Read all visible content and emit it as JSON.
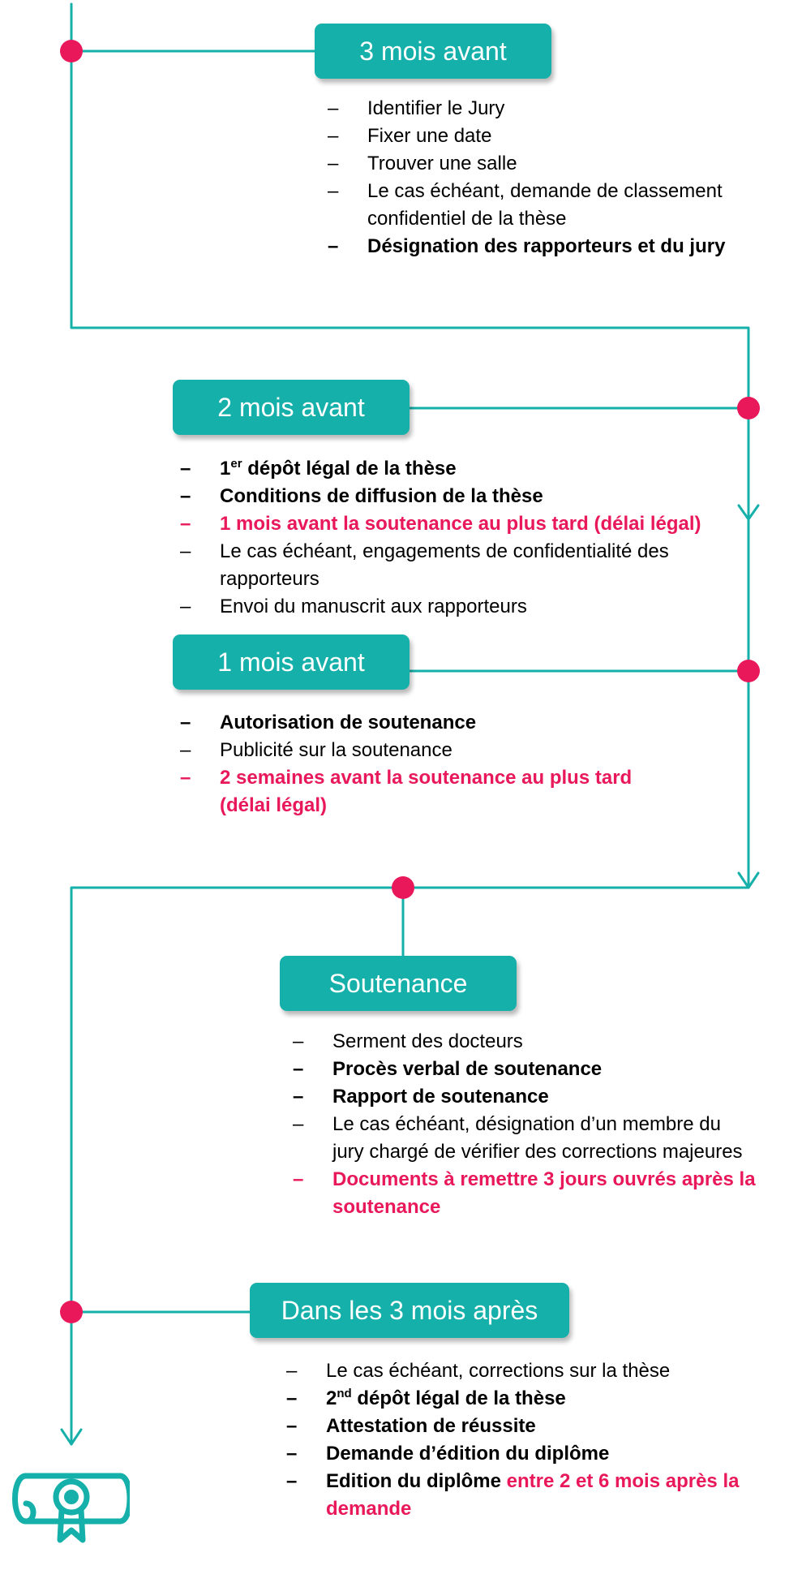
{
  "colors": {
    "teal": "#15b0a9",
    "magenta": "#e8185a",
    "text": "#000000"
  },
  "stages": [
    {
      "label": "3 mois avant",
      "items": [
        {
          "text": "Identifier le Jury",
          "style": "normal"
        },
        {
          "text": "Fixer une date",
          "style": "normal"
        },
        {
          "text": "Trouver une salle",
          "style": "normal"
        },
        {
          "text": "Le cas échéant, demande de classement",
          "cont": "confidentiel de la thèse",
          "style": "normal"
        },
        {
          "text": "Désignation des rapporteurs et du jury",
          "style": "bold"
        }
      ]
    },
    {
      "label": "2 mois avant",
      "items": [
        {
          "sup_pre": "1",
          "sup": "er",
          "text": " dépôt légal de la thèse",
          "style": "bold"
        },
        {
          "text": "Conditions de diffusion de la thèse",
          "style": "bold"
        },
        {
          "text": "1 mois avant la soutenance au plus tard (délai légal)",
          "style": "red"
        },
        {
          "text": "Le cas échéant, engagements de confidentialité des",
          "cont": "rapporteurs",
          "style": "normal"
        },
        {
          "text": "Envoi du manuscrit aux rapporteurs",
          "style": "normal"
        }
      ]
    },
    {
      "label": "1 mois avant",
      "items": [
        {
          "text": "Autorisation de soutenance",
          "style": "bold"
        },
        {
          "text": "Publicité sur la soutenance",
          "style": "normal"
        },
        {
          "text": "2 semaines avant la soutenance au plus tard",
          "cont": "(délai légal)",
          "style": "red"
        }
      ]
    },
    {
      "label": "Soutenance",
      "items": [
        {
          "text": "Serment des docteurs",
          "style": "normal"
        },
        {
          "text": "Procès verbal de soutenance",
          "style": "bold"
        },
        {
          "text": "Rapport de soutenance",
          "style": "bold"
        },
        {
          "text": "Le cas échéant, désignation d’un membre du",
          "cont": "jury chargé de vérifier des corrections majeures",
          "style": "normal"
        },
        {
          "text": "Documents à remettre 3 jours ouvrés après la",
          "cont": "soutenance",
          "style": "red"
        }
      ]
    },
    {
      "label": "Dans les 3 mois après",
      "items": [
        {
          "text": "Le cas échéant, corrections sur la thèse",
          "style": "normal"
        },
        {
          "sup_pre": "2",
          "sup": "nd",
          "text": " dépôt légal de la thèse",
          "style": "bold"
        },
        {
          "text": "Attestation de réussite",
          "style": "bold"
        },
        {
          "text": "Demande d’édition du diplôme",
          "style": "bold"
        },
        {
          "text": "Edition du diplôme ",
          "red_tail": "entre 2 et 6 mois après la",
          "cont": "demande",
          "cont_style": "red",
          "style": "bold"
        }
      ]
    }
  ],
  "dash": "–",
  "icons": {
    "end": "diploma-scroll-icon"
  }
}
